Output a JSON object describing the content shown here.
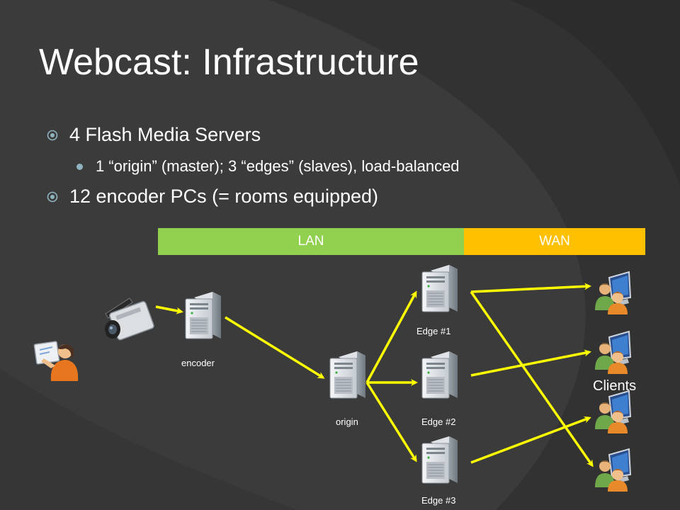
{
  "slide": {
    "title": "Webcast: Infrastructure",
    "bullets": [
      {
        "text": "4 Flash Media Servers",
        "level": 1
      },
      {
        "text": "1 “origin” (master); 3 “edges” (slaves), load-balanced",
        "level": 2
      },
      {
        "text": "12 encoder PCs (= rooms equipped)",
        "level": 1
      }
    ]
  },
  "diagram": {
    "zones": {
      "lan": "LAN",
      "wan": "WAN"
    },
    "nodes": {
      "encoder": "encoder",
      "origin": "origin",
      "edge1": "Edge #1",
      "edge2": "Edge #2",
      "edge3": "Edge #3",
      "clients": "Clients"
    }
  },
  "colors": {
    "background": "#3c3c3c",
    "lan": "#92d050",
    "wan": "#ffc000",
    "arrow": "#ffff00"
  },
  "icons": [
    "presenter-icon",
    "video-camera-icon",
    "server-icon",
    "client-user-icon"
  ]
}
